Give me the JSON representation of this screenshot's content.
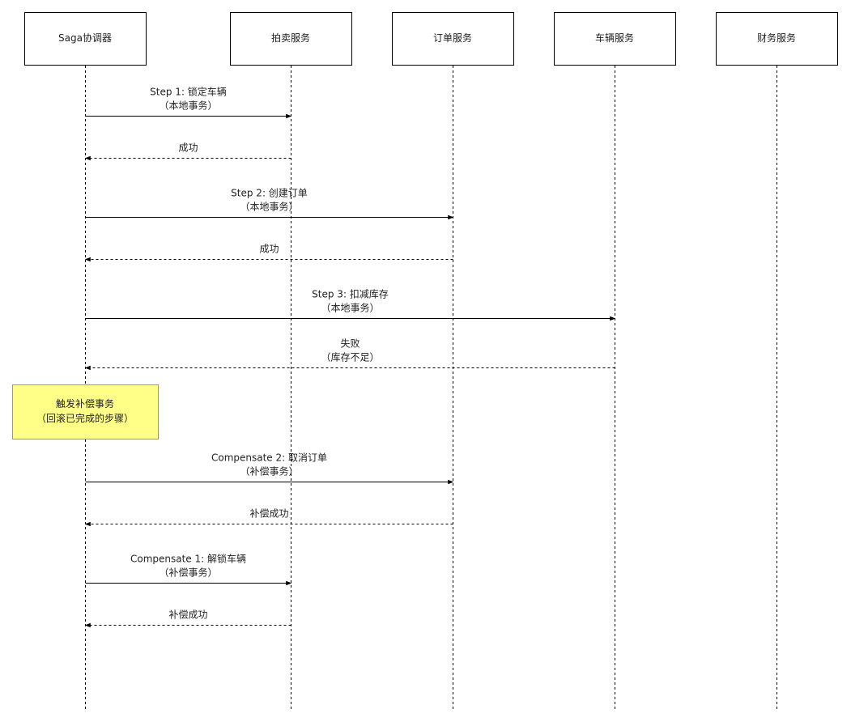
{
  "participants": [
    {
      "id": "saga",
      "label": "Saga协调器"
    },
    {
      "id": "auction",
      "label": "拍卖服务"
    },
    {
      "id": "order",
      "label": "订单服务"
    },
    {
      "id": "vehicle",
      "label": "车辆服务"
    },
    {
      "id": "finance",
      "label": "财务服务"
    }
  ],
  "messages": [
    {
      "from": "saga",
      "to": "auction",
      "type": "call",
      "lines": [
        "Step 1: 锁定车辆",
        "（本地事务）"
      ]
    },
    {
      "from": "auction",
      "to": "saga",
      "type": "return",
      "lines": [
        "成功"
      ]
    },
    {
      "from": "saga",
      "to": "order",
      "type": "call",
      "lines": [
        "Step 2: 创建订单",
        "（本地事务）"
      ]
    },
    {
      "from": "order",
      "to": "saga",
      "type": "return",
      "lines": [
        "成功"
      ]
    },
    {
      "from": "saga",
      "to": "vehicle",
      "type": "call",
      "lines": [
        "Step 3: 扣减库存",
        "（本地事务）"
      ]
    },
    {
      "from": "vehicle",
      "to": "saga",
      "type": "return",
      "lines": [
        "失败",
        "（库存不足）"
      ]
    },
    {
      "from": "saga",
      "to": "order",
      "type": "call",
      "lines": [
        "Compensate 2: 取消订单",
        "（补偿事务）"
      ]
    },
    {
      "from": "order",
      "to": "saga",
      "type": "return",
      "lines": [
        "补偿成功"
      ]
    },
    {
      "from": "saga",
      "to": "auction",
      "type": "call",
      "lines": [
        "Compensate 1: 解锁车辆",
        "（补偿事务）"
      ]
    },
    {
      "from": "auction",
      "to": "saga",
      "type": "return",
      "lines": [
        "补偿成功"
      ]
    }
  ],
  "note": {
    "lines": [
      "触发补偿事务",
      "（回滚已完成的步骤）"
    ],
    "fill": "#ffff88",
    "stroke": "#a09a6a"
  }
}
